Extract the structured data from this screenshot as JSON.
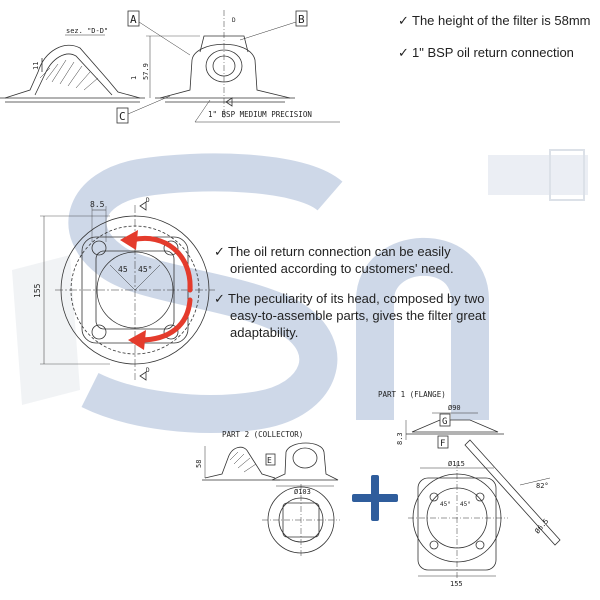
{
  "notes": {
    "height": "The height of the filter is 58mm",
    "connection": "1\" BSP oil return connection",
    "orientation_line1": "The oil return connection can be easily",
    "orientation_line2": "oriented according to customers' need.",
    "head_line1": "The peculiarity of its head, composed by two",
    "head_line2": "easy-to-assemble parts, gives the filter great",
    "head_line3": "adaptability.",
    "check_glyph": "✓"
  },
  "top_drawing": {
    "section_label": "sez. \"D-D\"",
    "callout_a": "A",
    "callout_b": "B",
    "callout_c": "C",
    "dim_height": "57.9",
    "dim_one": "1",
    "dim_eleven": "11",
    "thread_label": "1\" BSP MEDIUM PRECISION",
    "view_marker": "D"
  },
  "middle_drawing": {
    "dim_hole": "8.5",
    "dim_overall": "155",
    "angle_left": "45",
    "angle_right": "45°",
    "view_marker": "D"
  },
  "part1": {
    "title": "PART 1 (FLANGE)",
    "dim_diameter": "Ø90",
    "dim_height": "8.3",
    "callout_g": "G",
    "callout_f": "F",
    "dim_outer": "Ø115",
    "angle_left": "45°",
    "angle_right": "45°",
    "dim_hole": "Ø6.5",
    "dim_width": "155",
    "dim_angle": "82°"
  },
  "part2": {
    "title": "PART 2 (COLLECTOR)",
    "dim_height": "58",
    "dim_diameter": "Ø103",
    "callout_e": "E"
  },
  "colors": {
    "watermark": "#c9d4e6",
    "arrow_red": "#e43b2c",
    "plus_blue": "#2f5d9c",
    "line": "#333333"
  }
}
